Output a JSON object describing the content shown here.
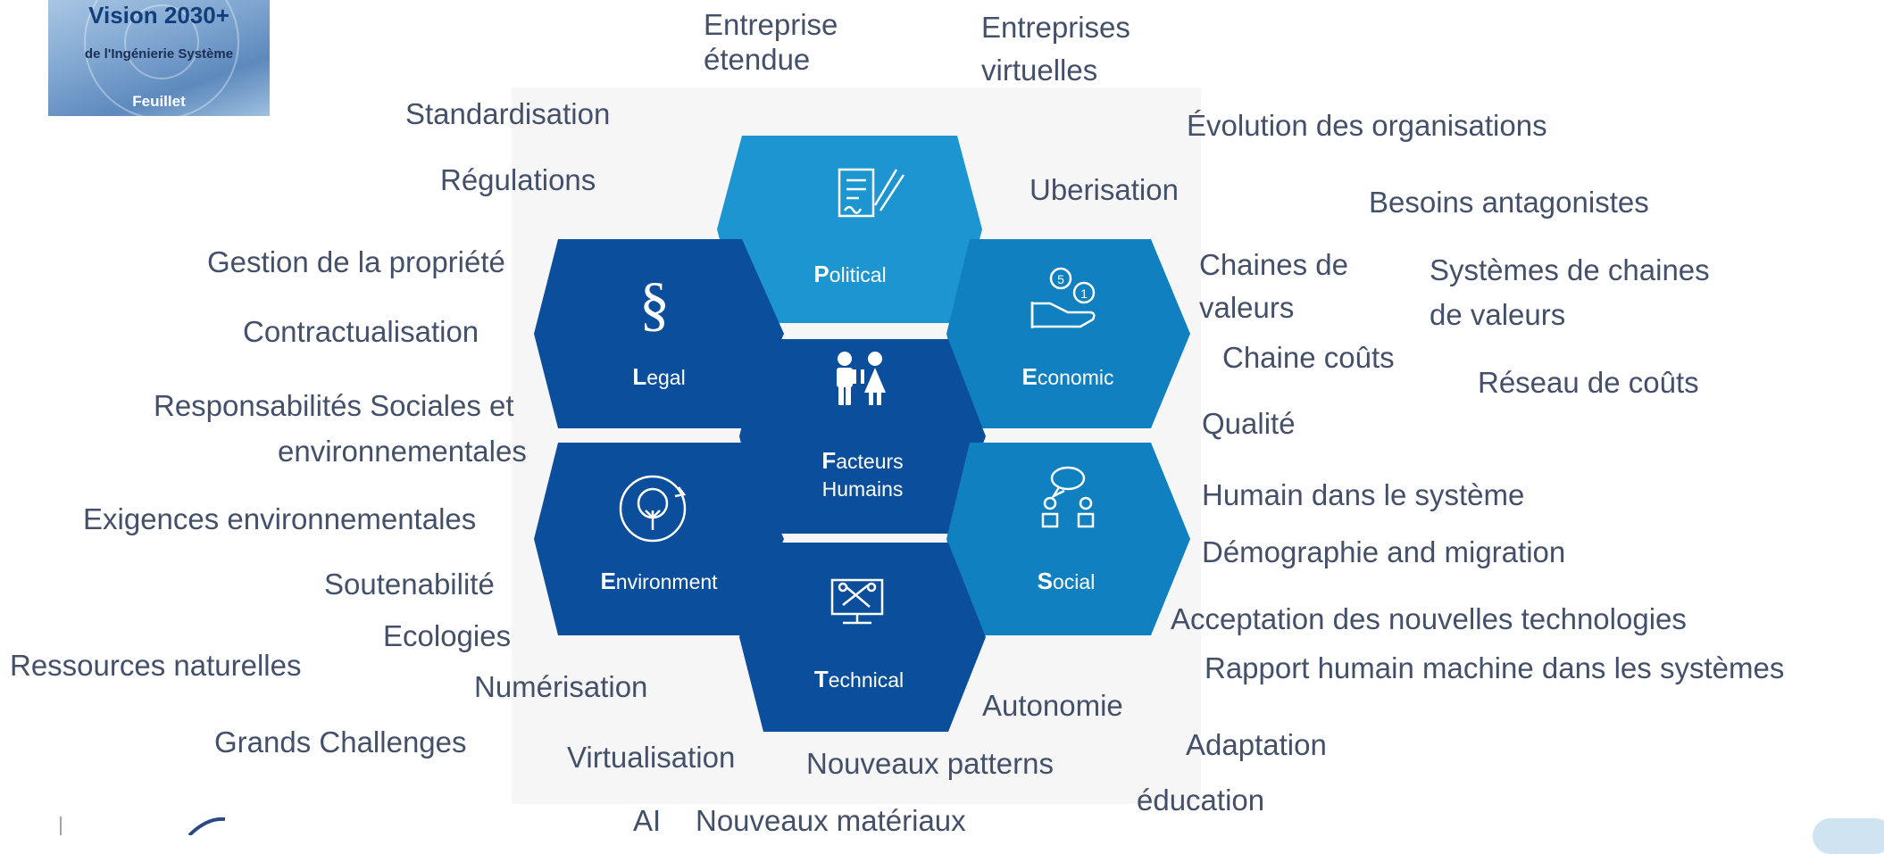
{
  "logo": {
    "title": "Vision 2030+",
    "subtitle": "de l'Ingénierie Système",
    "footer": "Feuillet"
  },
  "colors": {
    "dark": "#0b4f9c",
    "medium": "#1080c0",
    "light": "#1c95d0",
    "text": "#44506a"
  },
  "hexagons": {
    "political": {
      "initial": "P",
      "rest": "olitical",
      "icon": "document-signature-icon"
    },
    "legal": {
      "initial": "L",
      "rest": "egal",
      "icon": "section-sign-icon"
    },
    "economic": {
      "initial": "E",
      "rest": "conomic",
      "icon": "coins-hand-icon"
    },
    "human": {
      "initial": "F",
      "rest": "acteurs",
      "line2": "Humains",
      "icon": "people-icon"
    },
    "environment": {
      "initial": "E",
      "rest": "nvironment",
      "icon": "tree-cycle-icon"
    },
    "social": {
      "initial": "S",
      "rest": "ocial",
      "icon": "chat-people-icon"
    },
    "technical": {
      "initial": "T",
      "rest": "echnical",
      "icon": "monitor-tools-icon"
    }
  },
  "terms": {
    "t01": "Entreprise",
    "t02": "étendue",
    "t03": "Entreprises",
    "t04": "virtuelles",
    "t05": "Standardisation",
    "t06": "Évolution des organisations",
    "t07": "Régulations",
    "t08": "Uberisation",
    "t09": "Besoins antagonistes",
    "t10": "Gestion de la propriété",
    "t11": "Chaines de",
    "t12": "valeurs",
    "t13": "Systèmes de chaines",
    "t14": "de valeurs",
    "t15": "Contractualisation",
    "t16": "Chaine coûts",
    "t17": "Réseau de coûts",
    "t18": "Responsabilités Sociales et",
    "t19": "environnementales",
    "t20": "Qualité",
    "t21": "Humain dans le système",
    "t22": "Exigences environnementales",
    "t23": "Démographie and migration",
    "t24": "Soutenabilité",
    "t25": "Acceptation des nouvelles technologies",
    "t26": "Ecologies",
    "t27": "Ressources naturelles",
    "t28": "Rapport humain machine dans les systèmes",
    "t29": "Numérisation",
    "t30": "Autonomie",
    "t31": "Grands Challenges",
    "t32": "Adaptation",
    "t33": "Virtualisation",
    "t34": "Nouveaux patterns",
    "t35": "éducation",
    "t36": "AI",
    "t37": "Nouveaux matériaux"
  }
}
